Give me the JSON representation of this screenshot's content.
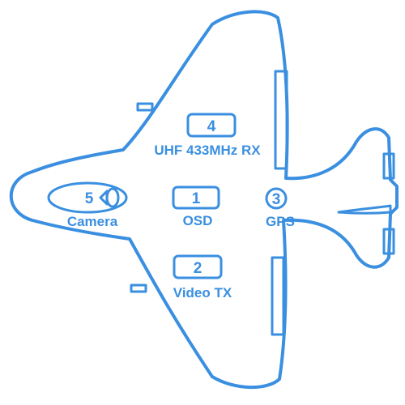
{
  "accent_color": "#3a8fe0",
  "components": {
    "osd": {
      "number": "1",
      "label": "OSD"
    },
    "video_tx": {
      "number": "2",
      "label": "Video TX"
    },
    "gps": {
      "number": "3",
      "label": "GPS"
    },
    "uhf_rx": {
      "number": "4",
      "label": "UHF 433MHz RX"
    },
    "camera": {
      "number": "5",
      "label": "Camera"
    }
  },
  "icons": [
    "airplane-outline-icon",
    "camera-lens-icon"
  ]
}
